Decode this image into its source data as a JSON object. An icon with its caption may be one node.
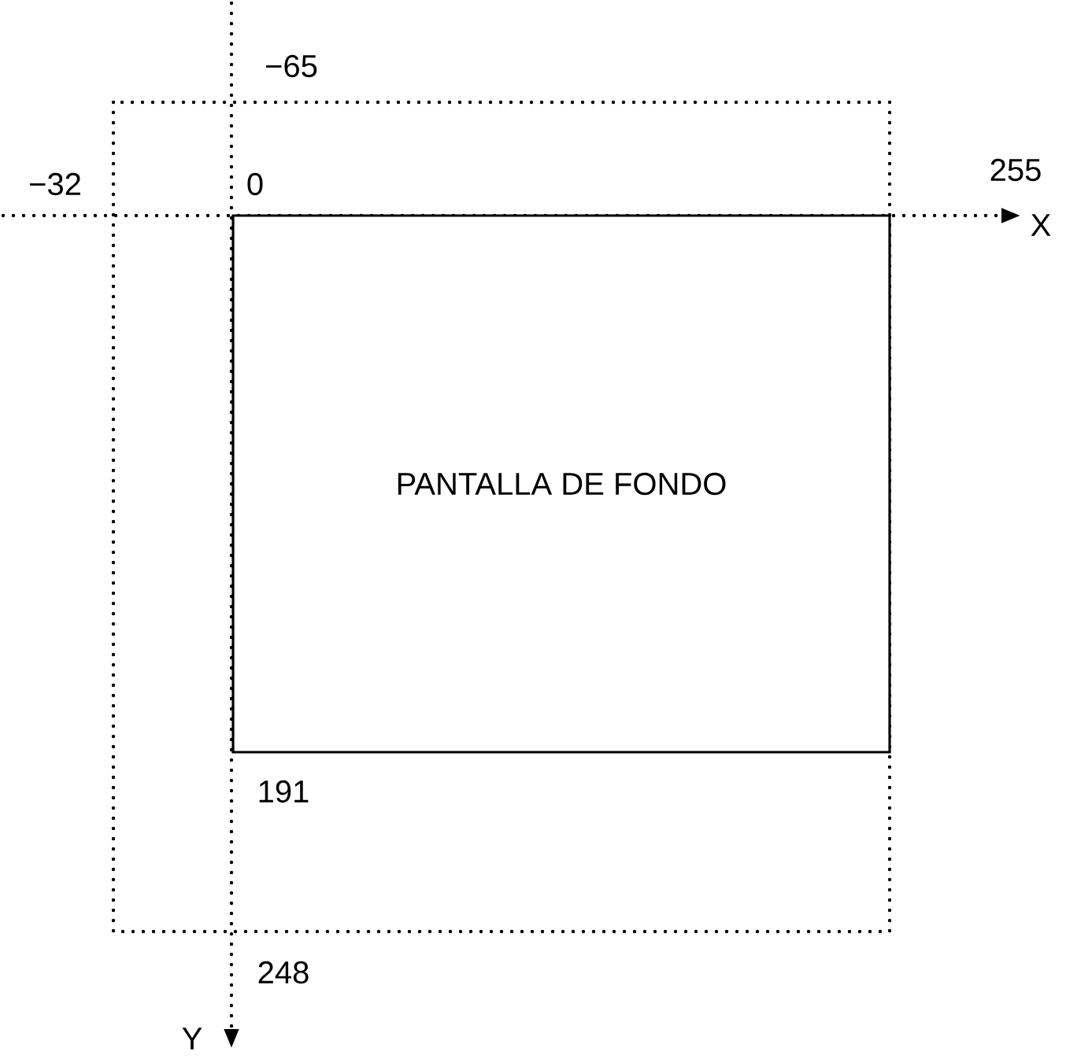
{
  "diagram": {
    "nodes": [
      {
        "text": [
          "PANTALLA DE FONDO"
        ]
      }
    ],
    "labels": [
      "−65",
      "−32",
      "0",
      "255",
      "X",
      "191",
      "248",
      "Y"
    ]
  }
}
